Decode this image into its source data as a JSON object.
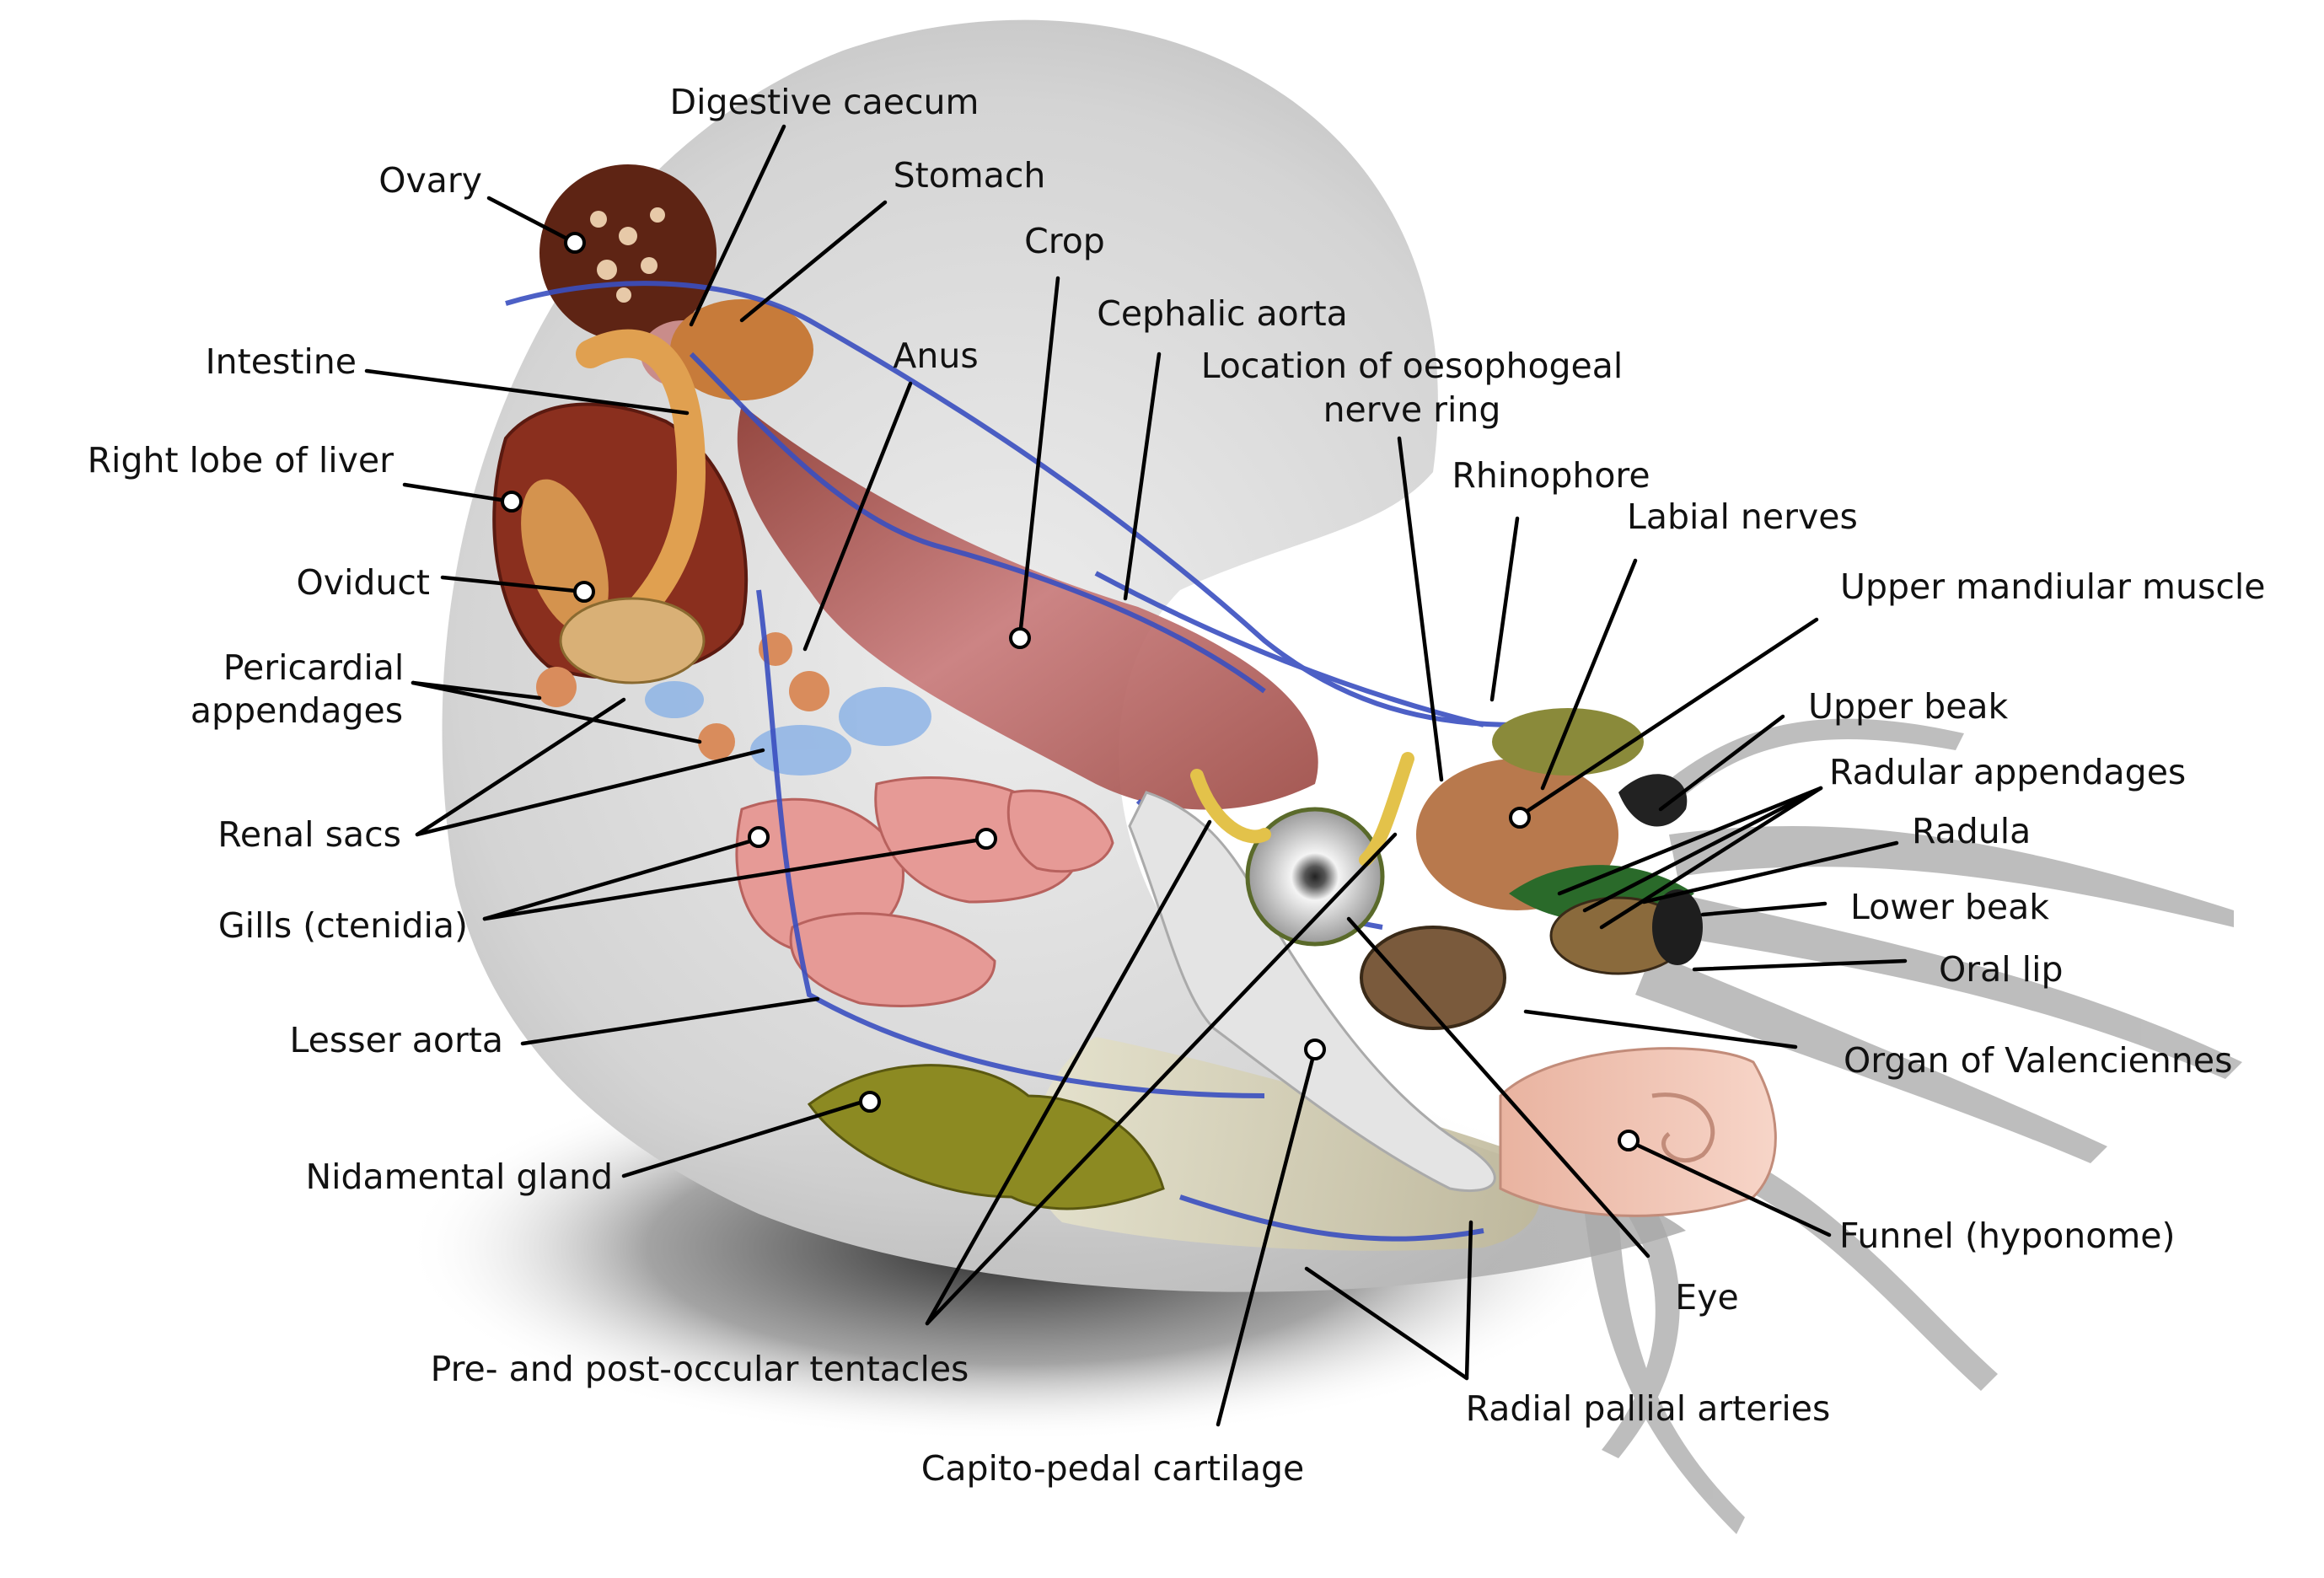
{
  "labels": {
    "ovary": "Ovary",
    "digestive_caecum": "Digestive caecum",
    "stomach": "Stomach",
    "crop": "Crop",
    "cephalic_aorta": "Cephalic aorta",
    "anus": "Anus",
    "intestine": "Intestine",
    "nerve_ring_line1": "Location of oesophogeal",
    "nerve_ring_line2": "nerve ring",
    "rhinophore": "Rhinophore",
    "labial_nerves": "Labial nerves",
    "right_lobe_liver": "Right lobe of liver",
    "upper_mandiular_muscle": "Upper mandiular muscle",
    "oviduct": "Oviduct",
    "upper_beak": "Upper beak",
    "pericardial_line1": "Pericardial",
    "pericardial_line2": "appendages",
    "radular_appendages": "Radular appendages",
    "radula": "Radula",
    "renal_sacs": "Renal sacs",
    "lower_beak": "Lower beak",
    "gills": "Gills (ctenidia)",
    "oral_lip": "Oral lip",
    "lesser_aorta": "Lesser aorta",
    "organ_valenciennes": "Organ of Valenciennes",
    "nidamental_gland": "Nidamental gland",
    "funnel": "Funnel (hyponome)",
    "eye": "Eye",
    "tentacles": "Pre- and post-occular tentacles",
    "radial_pallial_arteries": "Radial pallial arteries",
    "capito_pedal_cartilage": "Capito-pedal cartilage"
  },
  "colors": {
    "shell": "#c8c8c8",
    "liver": "#8a2f1e",
    "ovary": "#5e2414",
    "crop": "#b85c5c",
    "gills": "#e69a96",
    "vessels": "#3a4fc0",
    "nidamental": "#8c8a22",
    "funnel": "#f2c6b4",
    "tentacles": "#a8a8a8",
    "cartilage": "#e4e4e4"
  }
}
